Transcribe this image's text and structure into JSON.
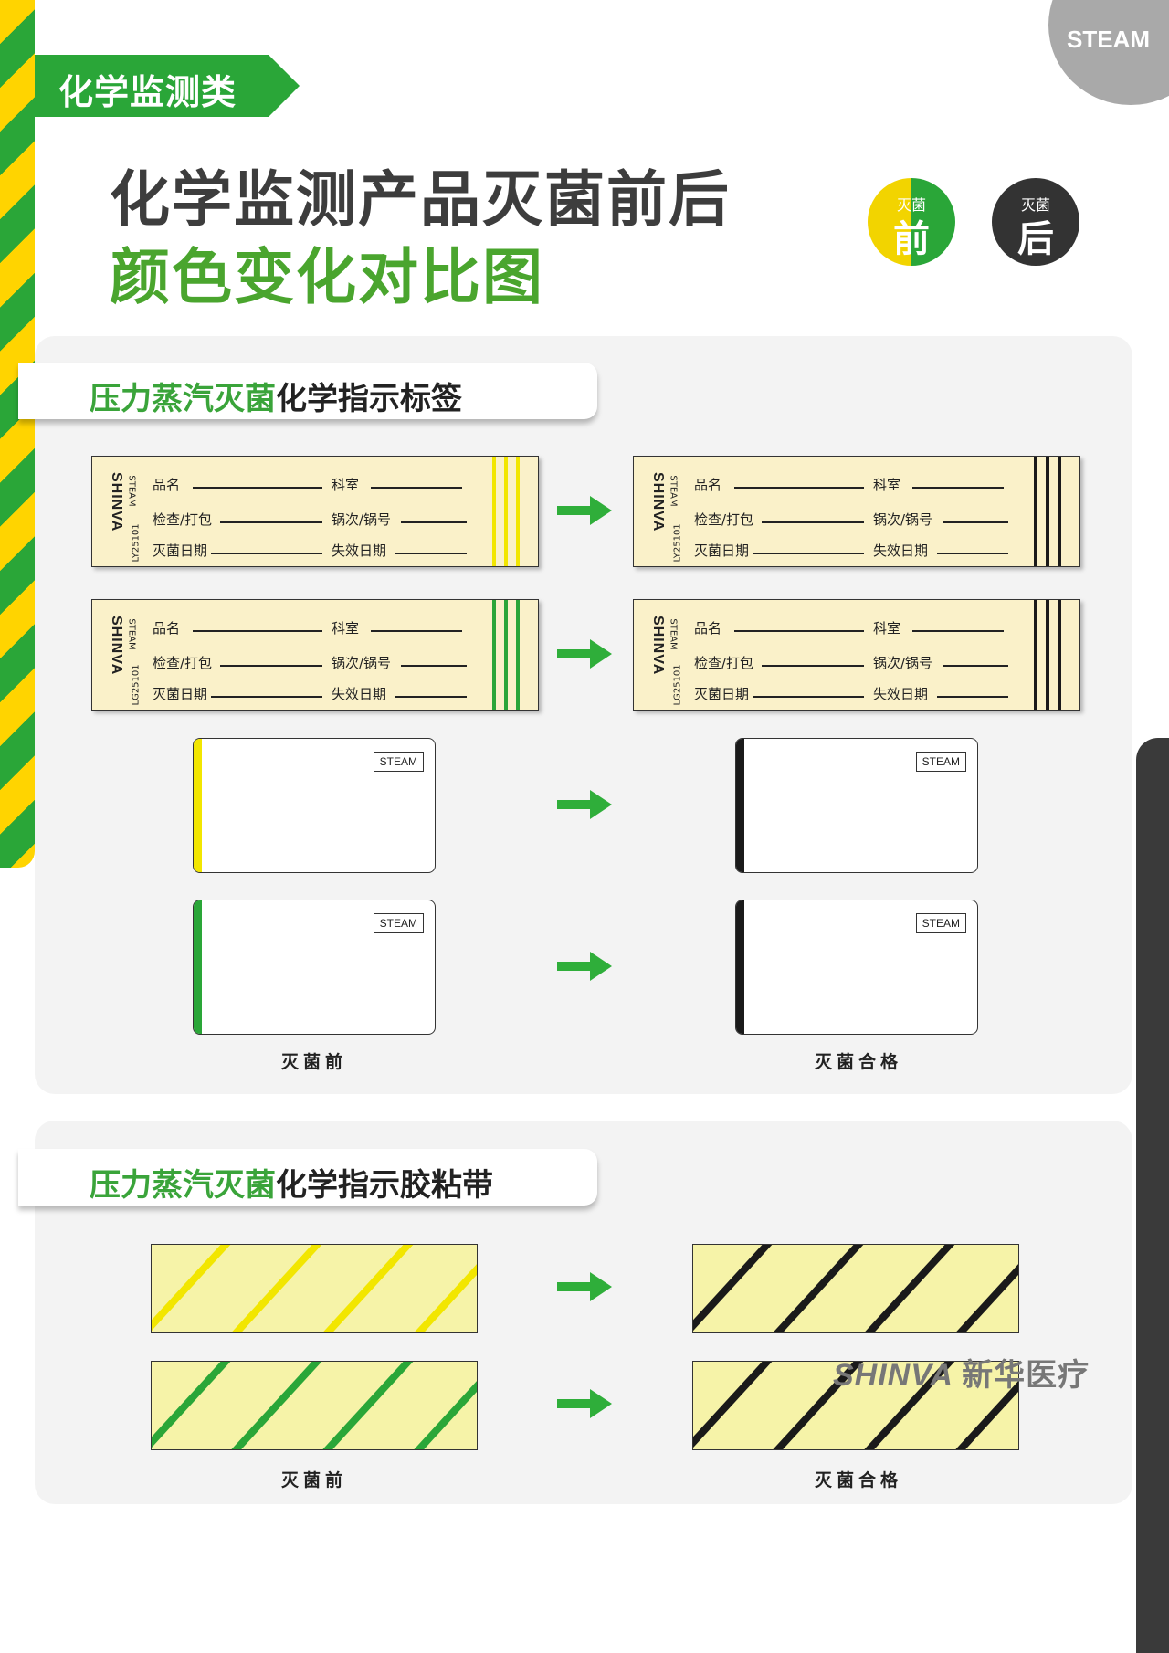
{
  "header": {
    "category": "化学监测类",
    "badge_steam": "STEAM",
    "title_line1": "化学监测产品灭菌前后",
    "title_line2": "颜色变化对比图"
  },
  "legend": {
    "before": {
      "small": "灭菌",
      "big": "前"
    },
    "after": {
      "small": "灭菌",
      "big": "后"
    }
  },
  "section1": {
    "title_green": "压力蒸汽灭菌",
    "title_dark": "化学指示标签",
    "label_brand": "SHINVA",
    "label_steam": "STEAM",
    "lots": [
      "LY25101",
      "LY25101",
      "LG25101",
      "LG25101"
    ],
    "fields": {
      "name": "品名",
      "dept": "科室",
      "check": "检查/打包",
      "batch": "锅次/锅号",
      "date": "灭菌日期",
      "expiry": "失效日期"
    },
    "card_tag": "STEAM",
    "caption_before": "灭菌前",
    "caption_after": "灭菌合格"
  },
  "section2": {
    "title_green": "压力蒸汽灭菌",
    "title_dark": "化学指示胶粘带",
    "caption_before": "灭菌前",
    "caption_after": "灭菌合格"
  },
  "colors": {
    "yellow": "#f2e600",
    "green": "#2aa638",
    "black": "#1a1a1a",
    "arrow": "#2fae3a"
  },
  "footer": {
    "brand": "SHINVA",
    "brand_cn": "新华医疗"
  }
}
